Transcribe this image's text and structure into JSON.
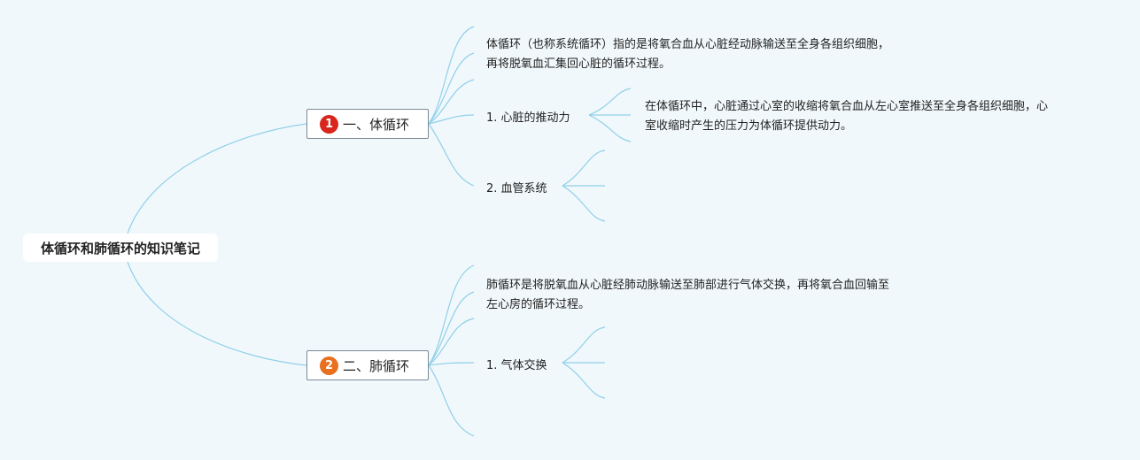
{
  "root": {
    "label": "体循环和肺循环的知识笔记"
  },
  "branches": [
    {
      "badge": "1",
      "label": "一、体循环",
      "description": [
        "体循环（也称系统循环）指的是将氧合血从心脏经动脉输送至全身各组织细胞，",
        "再将脱氧血汇集回心脏的循环过程。"
      ],
      "topics": [
        {
          "label": "1. 心脏的推动力",
          "detail": [
            "在体循环中，心脏通过心室的收缩将氧合血从左心室推送至全身各组织细胞，心",
            "室收缩时产生的压力为体循环提供动力。"
          ]
        },
        {
          "label": "2. 血管系统"
        }
      ]
    },
    {
      "badge": "2",
      "label": "二、肺循环",
      "description": [
        "肺循环是将脱氧血从心脏经肺动脉输送至肺部进行气体交换，再将氧合血回输至",
        "左心房的循环过程。"
      ],
      "topics": [
        {
          "label": "1. 气体交换"
        }
      ]
    }
  ],
  "colors": {
    "background": "#f1f8fb",
    "connector": "#8fd0ea",
    "badge1": "#d8261c",
    "badge2": "#e8701e"
  }
}
